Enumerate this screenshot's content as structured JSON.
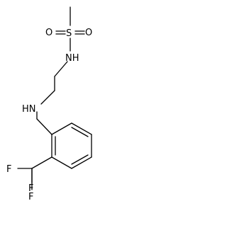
{
  "molecule": {
    "atoms": {
      "s": "S",
      "o1": "O",
      "o2": "O",
      "nh_sulfonamide": "NH",
      "nh_amine": "HN",
      "f1": "F",
      "f2": "F",
      "f3": "F"
    }
  }
}
